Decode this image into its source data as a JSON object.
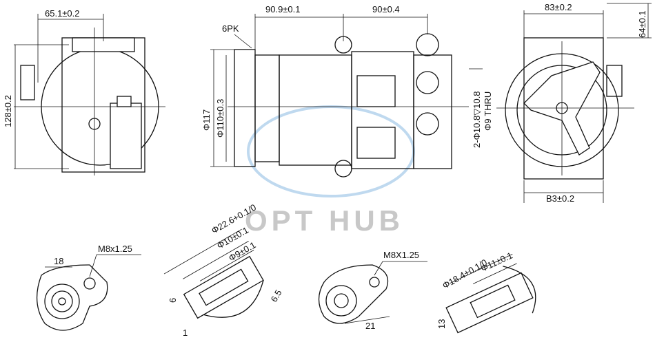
{
  "watermark": "OPT HUB",
  "colors": {
    "line": "#111111",
    "watermark": "#c8c8c8",
    "watermark_swoosh": "#7fb4e0"
  },
  "left_view": {
    "width_dim": "65.1±0.2",
    "height_dim": "128±0.2"
  },
  "side_view": {
    "belt": "6PK",
    "dim_a": "90.9±0.1",
    "dim_b": "90±0.4",
    "pulley_outer": "Φ117",
    "pulley_inner": "Φ110±0.3",
    "holes": "2-Φ10.8▽10.8",
    "holes_thru": "Φ9 THRU"
  },
  "front_view": {
    "top_dim": "83±0.2",
    "right_dim": "64±0.1",
    "bottom_dim": "B3±0.2"
  },
  "detail_1": {
    "dim": "18",
    "thread": "M8x1.25"
  },
  "detail_2": {
    "d1": "Φ22.6+0.1/0",
    "d2": "Φ10±0.1",
    "d3": "Φ9±0.1",
    "h1": "6",
    "h2": "6.5",
    "h3": "1"
  },
  "detail_3": {
    "thread": "M8X1.25",
    "dim": "21"
  },
  "detail_4": {
    "d1": "Φ18.4+0.1/0",
    "d2": "Φ11±0.1",
    "h1": "13"
  }
}
